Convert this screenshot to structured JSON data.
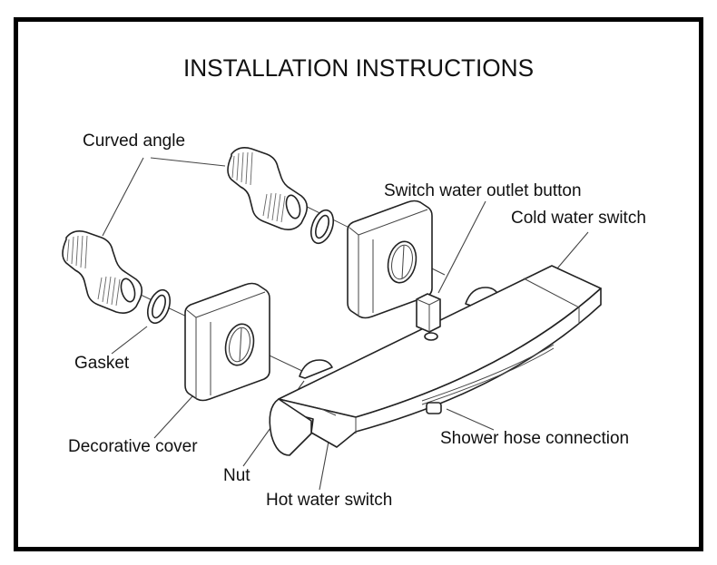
{
  "title": "INSTALLATION INSTRUCTIONS",
  "labels": {
    "curved_angle": "Curved angle",
    "gasket": "Gasket",
    "decorative_cover": "Decorative cover",
    "nut": "Nut",
    "hot_water_switch": "Hot water switch",
    "switch_water_outlet_button": "Switch water outlet button",
    "cold_water_switch": "Cold water switch",
    "shower_hose_connection": "Shower hose connection"
  },
  "colors": {
    "border": "#000000",
    "line": "#222222",
    "background": "#ffffff"
  }
}
